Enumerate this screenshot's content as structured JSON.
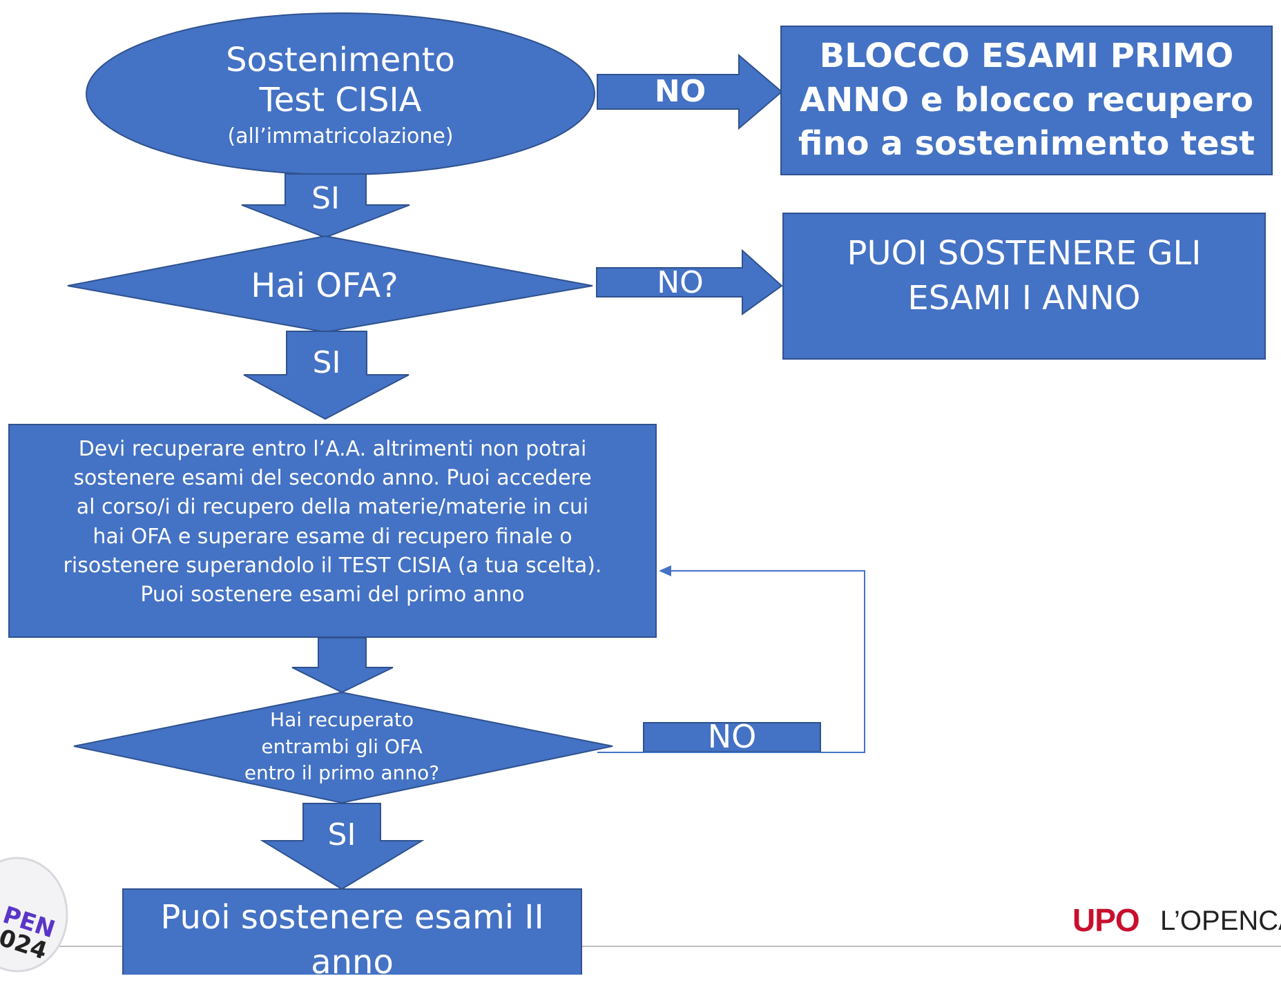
{
  "colors": {
    "shape_fill": "#4472C4",
    "shape_stroke": "#2F528F",
    "line": "#4472C4",
    "brand_red": "#C8102E",
    "rule": "#BFBFBF"
  },
  "start": {
    "line1": "Sostenimento",
    "line2": "Test CISIA",
    "line3": "(all’immatricolazione)"
  },
  "block_box": {
    "line1": "BLOCCO ESAMI PRIMO",
    "line2": "ANNO e blocco recupero",
    "line3": "fino a sostenimento test"
  },
  "decision1": {
    "text": "Hai OFA?"
  },
  "ok_box": {
    "line1": "PUOI SOSTENERE GLI",
    "line2": "ESAMI I ANNO"
  },
  "recovery_box": {
    "lines": [
      "Devi recuperare entro l’A.A. altrimenti non potrai",
      "sostenere esami del secondo anno.  Puoi accedere",
      "al corso/i di recupero della materie/materie in cui",
      "hai OFA  e superare esame di recupero finale  o",
      "risostenere superandolo il TEST CISIA (a tua scelta).",
      "Puoi sostenere esami del primo anno"
    ]
  },
  "decision2": {
    "line1": "Hai recuperato",
    "line2": "entrambi gli OFA",
    "line3": "entro il primo anno?"
  },
  "final_box": {
    "line1": "Puoi sostenere esami II",
    "line2": "anno"
  },
  "arrows": {
    "no_1": "NO",
    "no_2": "NO",
    "no_3": "NO",
    "si_1": "SI",
    "si_2": "SI",
    "si_3": "SI"
  },
  "footer": {
    "brand": "UPO",
    "event": "L’OPENCA",
    "badge_line1": "PEN",
    "badge_line2": "024"
  }
}
